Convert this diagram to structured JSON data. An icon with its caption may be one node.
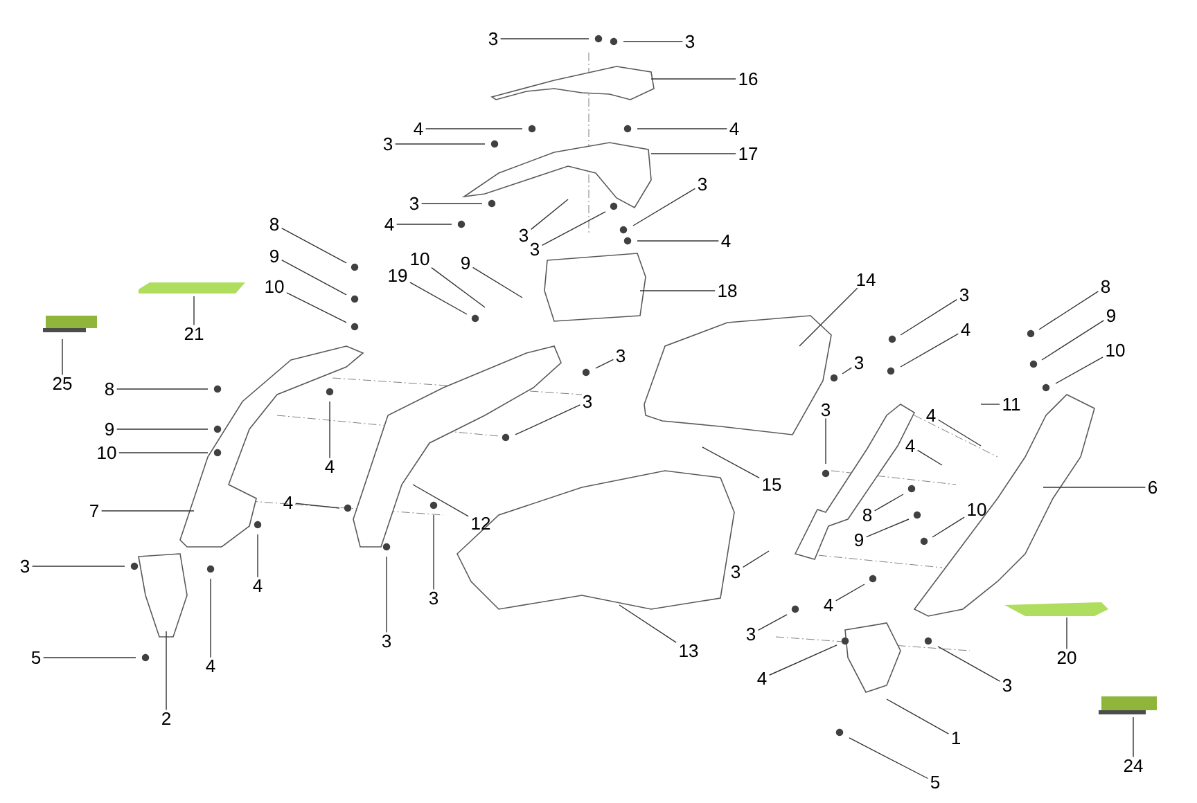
{
  "diagram": {
    "nodes": [
      {
        "text": [
          "3"
        ]
      },
      {
        "text": [
          "3"
        ]
      },
      {
        "text": [
          "16"
        ]
      },
      {
        "text": [
          "4"
        ]
      },
      {
        "text": [
          "4"
        ]
      },
      {
        "text": [
          "3"
        ]
      },
      {
        "text": [
          "17"
        ]
      },
      {
        "text": [
          "3"
        ]
      },
      {
        "text": [
          "3"
        ]
      },
      {
        "text": [
          "4"
        ]
      },
      {
        "text": [
          "3"
        ]
      },
      {
        "text": [
          "3"
        ]
      },
      {
        "text": [
          "8"
        ]
      },
      {
        "text": [
          "4"
        ]
      },
      {
        "text": [
          "9"
        ]
      },
      {
        "text": [
          "10"
        ]
      },
      {
        "text": [
          "9"
        ]
      },
      {
        "text": [
          "19"
        ]
      },
      {
        "text": [
          "14"
        ]
      },
      {
        "text": [
          "10"
        ]
      },
      {
        "text": [
          "8"
        ]
      },
      {
        "text": [
          "18"
        ]
      },
      {
        "text": [
          "3"
        ]
      },
      {
        "text": [
          "9"
        ]
      },
      {
        "text": [
          "4"
        ]
      },
      {
        "text": [
          "21"
        ]
      },
      {
        "text": [
          "10"
        ]
      },
      {
        "text": [
          "3"
        ]
      },
      {
        "text": [
          "3"
        ]
      },
      {
        "text": [
          "25"
        ]
      },
      {
        "text": [
          "8"
        ]
      },
      {
        "text": [
          "3"
        ]
      },
      {
        "text": [
          "3"
        ]
      },
      {
        "text": [
          "4"
        ]
      },
      {
        "text": [
          "11"
        ]
      },
      {
        "text": [
          "9"
        ]
      },
      {
        "text": [
          "4"
        ]
      },
      {
        "text": [
          "10"
        ]
      },
      {
        "text": [
          "4"
        ]
      },
      {
        "text": [
          "15"
        ]
      },
      {
        "text": [
          "6"
        ]
      },
      {
        "text": [
          "4"
        ]
      },
      {
        "text": [
          "7"
        ]
      },
      {
        "text": [
          "8"
        ]
      },
      {
        "text": [
          "10"
        ]
      },
      {
        "text": [
          "12"
        ]
      },
      {
        "text": [
          "9"
        ]
      },
      {
        "text": [
          "3"
        ]
      },
      {
        "text": [
          "3"
        ]
      },
      {
        "text": [
          "4"
        ]
      },
      {
        "text": [
          "4"
        ]
      },
      {
        "text": [
          "3"
        ]
      },
      {
        "text": [
          "3"
        ]
      },
      {
        "text": [
          "3"
        ]
      },
      {
        "text": [
          "13"
        ]
      },
      {
        "text": [
          "20"
        ]
      },
      {
        "text": [
          "5"
        ]
      },
      {
        "text": [
          "4"
        ]
      },
      {
        "text": [
          "4"
        ]
      },
      {
        "text": [
          "3"
        ]
      },
      {
        "text": [
          "2"
        ]
      },
      {
        "text": [
          "1"
        ]
      },
      {
        "text": [
          "24"
        ]
      },
      {
        "text": [
          "5"
        ]
      }
    ],
    "edges": [
      {
        "from": 0,
        "to": null,
        "arrow": "none"
      },
      {
        "from": 1,
        "to": null,
        "arrow": "none"
      },
      {
        "from": 2,
        "to": null,
        "arrow": "none"
      },
      {
        "from": 3,
        "to": null,
        "arrow": "none"
      },
      {
        "from": 4,
        "to": null,
        "arrow": "none"
      },
      {
        "from": 5,
        "to": null,
        "arrow": "none"
      },
      {
        "from": 6,
        "to": null,
        "arrow": "none"
      },
      {
        "from": 7,
        "to": null,
        "arrow": "none"
      },
      {
        "from": 8,
        "to": null,
        "arrow": "none"
      },
      {
        "from": 9,
        "to": null,
        "arrow": "none"
      },
      {
        "from": 10,
        "to": null,
        "arrow": "none"
      },
      {
        "from": 11,
        "to": null,
        "arrow": "none"
      },
      {
        "from": 12,
        "to": null,
        "arrow": "none"
      },
      {
        "from": 13,
        "to": null,
        "arrow": "none"
      },
      {
        "from": 14,
        "to": null,
        "arrow": "none"
      },
      {
        "from": 15,
        "to": null,
        "arrow": "none"
      },
      {
        "from": 16,
        "to": null,
        "arrow": "none"
      },
      {
        "from": 17,
        "to": null,
        "arrow": "none"
      },
      {
        "from": 18,
        "to": null,
        "arrow": "none"
      },
      {
        "from": 19,
        "to": null,
        "arrow": "none"
      },
      {
        "from": 20,
        "to": null,
        "arrow": "none"
      },
      {
        "from": 21,
        "to": null,
        "arrow": "none"
      },
      {
        "from": 22,
        "to": null,
        "arrow": "none"
      },
      {
        "from": 23,
        "to": null,
        "arrow": "none"
      },
      {
        "from": 24,
        "to": null,
        "arrow": "none"
      },
      {
        "from": 25,
        "to": null,
        "arrow": "none"
      },
      {
        "from": 26,
        "to": null,
        "arrow": "none"
      },
      {
        "from": 27,
        "to": null,
        "arrow": "none"
      },
      {
        "from": 28,
        "to": null,
        "arrow": "none"
      },
      {
        "from": 29,
        "to": null,
        "arrow": "none"
      },
      {
        "from": 30,
        "to": null,
        "arrow": "none"
      },
      {
        "from": 31,
        "to": null,
        "arrow": "none"
      },
      {
        "from": 32,
        "to": null,
        "arrow": "none"
      },
      {
        "from": 33,
        "to": null,
        "arrow": "none"
      },
      {
        "from": 34,
        "to": null,
        "arrow": "none"
      },
      {
        "from": 35,
        "to": null,
        "arrow": "none"
      },
      {
        "from": 36,
        "to": null,
        "arrow": "none"
      },
      {
        "from": 37,
        "to": null,
        "arrow": "none"
      },
      {
        "from": 38,
        "to": null,
        "arrow": "none"
      },
      {
        "from": 39,
        "to": null,
        "arrow": "none"
      },
      {
        "from": 40,
        "to": null,
        "arrow": "none"
      },
      {
        "from": 41,
        "to": null,
        "arrow": "none"
      },
      {
        "from": 42,
        "to": null,
        "arrow": "none"
      },
      {
        "from": 43,
        "to": null,
        "arrow": "none"
      },
      {
        "from": 44,
        "to": null,
        "arrow": "none"
      },
      {
        "from": 45,
        "to": null,
        "arrow": "none"
      },
      {
        "from": 46,
        "to": null,
        "arrow": "none"
      },
      {
        "from": 47,
        "to": null,
        "arrow": "none"
      },
      {
        "from": 48,
        "to": null,
        "arrow": "none"
      },
      {
        "from": 49,
        "to": null,
        "arrow": "none"
      },
      {
        "from": 50,
        "to": null,
        "arrow": "none"
      },
      {
        "from": 51,
        "to": null,
        "arrow": "none"
      },
      {
        "from": 52,
        "to": null,
        "arrow": "none"
      },
      {
        "from": 53,
        "to": null,
        "arrow": "none"
      },
      {
        "from": 54,
        "to": null,
        "arrow": "none"
      },
      {
        "from": 55,
        "to": null,
        "arrow": "none"
      },
      {
        "from": 56,
        "to": null,
        "arrow": "none"
      },
      {
        "from": 57,
        "to": null,
        "arrow": "none"
      },
      {
        "from": 58,
        "to": null,
        "arrow": "none"
      },
      {
        "from": 59,
        "to": null,
        "arrow": "none"
      },
      {
        "from": 60,
        "to": null,
        "arrow": "none"
      },
      {
        "from": 61,
        "to": null,
        "arrow": "none"
      },
      {
        "from": 62,
        "to": null,
        "arrow": "none"
      },
      {
        "from": 63,
        "to": null,
        "arrow": "none"
      }
    ]
  }
}
